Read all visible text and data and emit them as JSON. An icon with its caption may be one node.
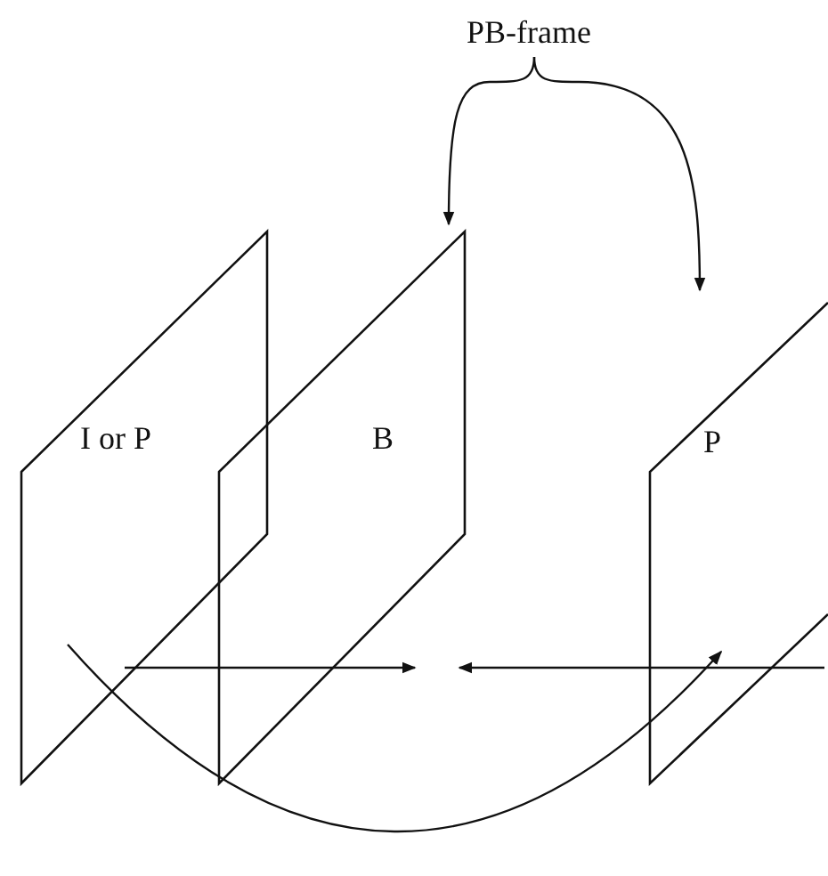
{
  "diagram": {
    "nodes": [
      {
        "text": [
          "PB-frame"
        ]
      },
      {
        "text": [
          "I or P"
        ]
      },
      {
        "text": [
          "B"
        ]
      },
      {
        "text": [
          "P"
        ]
      }
    ],
    "edges": [
      {
        "from": 0,
        "to": 2,
        "arrow": "to"
      },
      {
        "from": 0,
        "to": 3,
        "arrow": "to"
      },
      {
        "from": 1,
        "to": 2,
        "arrow": "to"
      },
      {
        "from": 3,
        "to": 2,
        "arrow": "to"
      },
      {
        "from": 1,
        "to": 3,
        "arrow": "to"
      }
    ]
  }
}
